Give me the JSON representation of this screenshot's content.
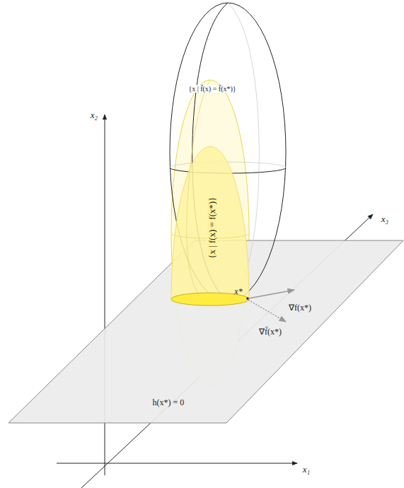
{
  "diagram": {
    "labels": [
      "x₂",
      "x₃",
      "x₁",
      "{x | f̄(x) = f̄(x*)}",
      "{x | f(x) = f(x*)}",
      "x*",
      "∇f(x*)",
      "∇f̄(x*)",
      "h(x*) = 0"
    ]
  }
}
